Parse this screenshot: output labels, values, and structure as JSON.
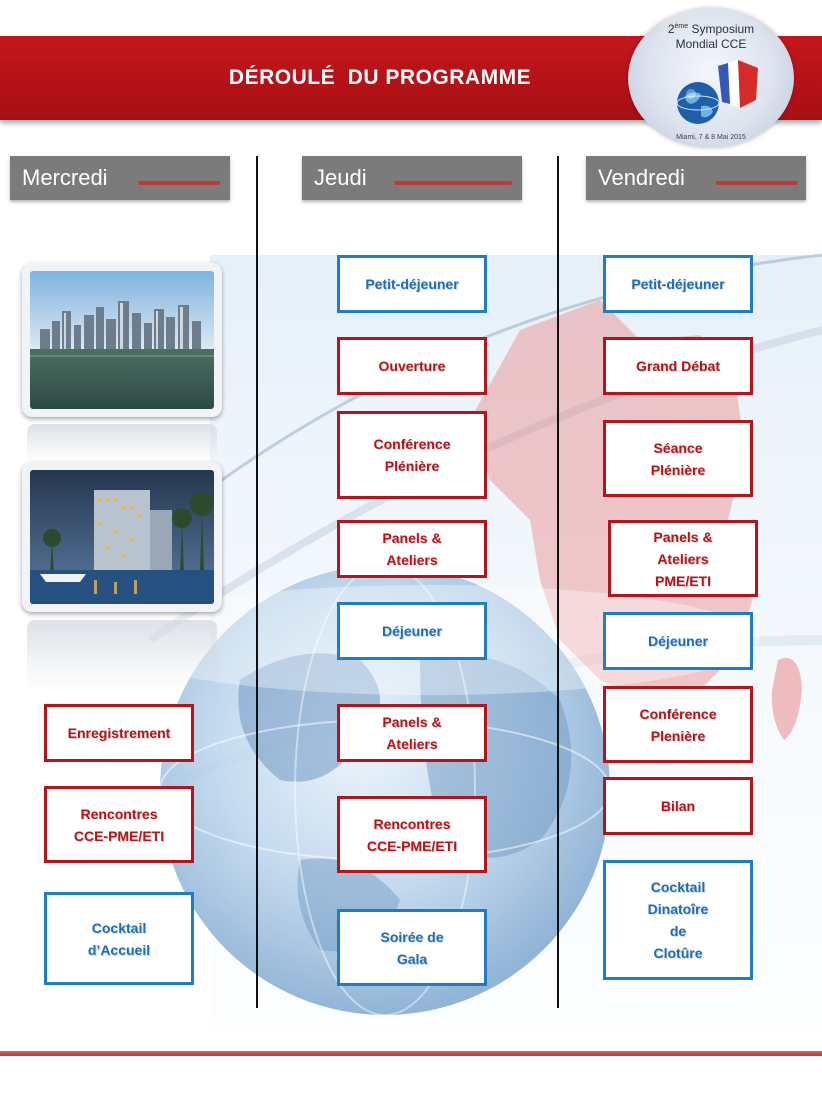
{
  "header": {
    "title": "DÉROULÉ  DU PROGRAMME",
    "band_color": "#b3141a"
  },
  "logo": {
    "ordinal": "2",
    "ordinal_suffix": "ème",
    "line1_rest": " Symposium",
    "line2": "Mondial CCE",
    "date": "Miami, 7 & 8 Mai 2015"
  },
  "days": [
    {
      "label": "Mercredi"
    },
    {
      "label": "Jeudi"
    },
    {
      "label": "Vendredi"
    }
  ],
  "colors": {
    "activity_red": "#b4141a",
    "activity_blue": "#1f7ec2",
    "day_header_gray": "#7b7b7b",
    "accent": "#c0393b"
  },
  "schedule": {
    "mercredi": [
      {
        "label": "Enregistrement",
        "style": "red"
      },
      {
        "label": "Rencontres\nCCE-PME/ETI",
        "style": "red"
      },
      {
        "label": "Cocktail\nd’Accueil",
        "style": "blue"
      }
    ],
    "jeudi": [
      {
        "label": "Petit-déjeuner",
        "style": "blue"
      },
      {
        "label": "Ouverture",
        "style": "red"
      },
      {
        "label": "Conférence\nPlénière",
        "style": "red"
      },
      {
        "label": "Panels &\nAteliers",
        "style": "red"
      },
      {
        "label": "Déjeuner",
        "style": "blue"
      },
      {
        "label": "Panels &\nAteliers",
        "style": "red"
      },
      {
        "label": "Rencontres\nCCE-PME/ETI",
        "style": "red"
      },
      {
        "label": "Soirée de\nGala",
        "style": "blue"
      }
    ],
    "vendredi": [
      {
        "label": "Petit-déjeuner",
        "style": "blue"
      },
      {
        "label": "Grand Débat",
        "style": "red"
      },
      {
        "label": "Séance\nPlénière",
        "style": "red"
      },
      {
        "label": "Panels &\nAteliers\nPME/ETI",
        "style": "red"
      },
      {
        "label": "Déjeuner",
        "style": "blue"
      },
      {
        "label": "Conférence\nPlenière",
        "style": "red"
      },
      {
        "label": "Bilan",
        "style": "red"
      },
      {
        "label": "Cocktail\nDinatoîre\nde\nClotûre",
        "style": "blue"
      }
    ]
  }
}
